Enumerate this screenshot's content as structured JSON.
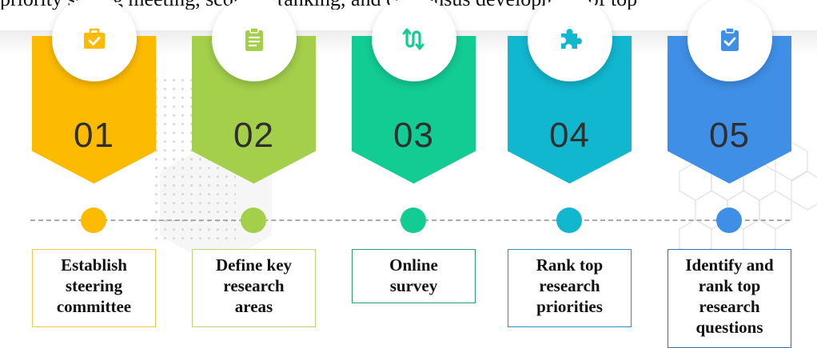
{
  "header_text": "priority setting meeting, scoring, ranking, and consensus development of top",
  "steps": [
    {
      "number": "01",
      "label_lines": [
        "Establish",
        "steering",
        "committee"
      ],
      "icon": "briefcase-check-icon",
      "color": "#FDBB00",
      "border": "#F2C94C"
    },
    {
      "number": "02",
      "label_lines": [
        "Define key",
        "research",
        "areas"
      ],
      "icon": "clipboard-list-icon",
      "color": "#A3CF4A",
      "border": "#B6D77A"
    },
    {
      "number": "03",
      "label_lines": [
        "Online",
        "survey"
      ],
      "icon": "exchange-arrows-icon",
      "color": "#13CC93",
      "border": "#2E9E6E"
    },
    {
      "number": "04",
      "label_lines": [
        "Rank top",
        "research",
        "priorities"
      ],
      "icon": "puzzle-piece-icon",
      "color": "#11B7CF",
      "border": "#2E8FBF"
    },
    {
      "number": "05",
      "label_lines": [
        "Identify and",
        "rank top",
        "research",
        "questions"
      ],
      "icon": "clipboard-check-icon",
      "color": "#3F8FE6",
      "border": "#2E6FB0"
    }
  ]
}
